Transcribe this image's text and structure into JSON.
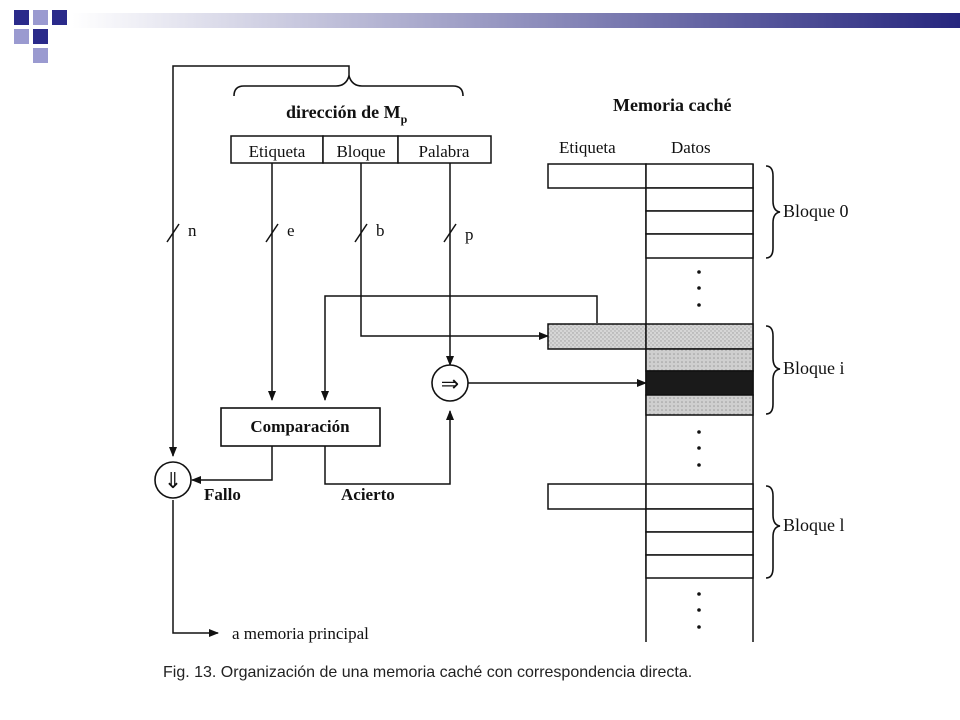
{
  "address_title": "dirección de M",
  "address_title_sub": "p",
  "address_fields": [
    "Etiqueta",
    "Bloque",
    "Palabra"
  ],
  "bus_labels": {
    "n": "n",
    "e": "e",
    "b": "b",
    "p": "p"
  },
  "compare_label": "Comparación",
  "word_select_symbol": "⇒",
  "mux_symbol": "⇓",
  "fallo_label": "Fallo",
  "acierto_label": "Acierto",
  "output_label": "a memoria principal",
  "cache_title": "Memoria caché",
  "cache_columns": {
    "tag": "Etiqueta",
    "data": "Datos"
  },
  "blocks": [
    "Bloque 0",
    "Bloque i",
    "Bloque l"
  ],
  "caption": "Fig. 13.   Organización de una memoria caché con correspondencia directa.",
  "colors": {
    "line": "#111111",
    "shade_light": "#d0d0d0",
    "shade_medium": "#bdbdbd",
    "shade_dark": "#1a1a1a"
  }
}
